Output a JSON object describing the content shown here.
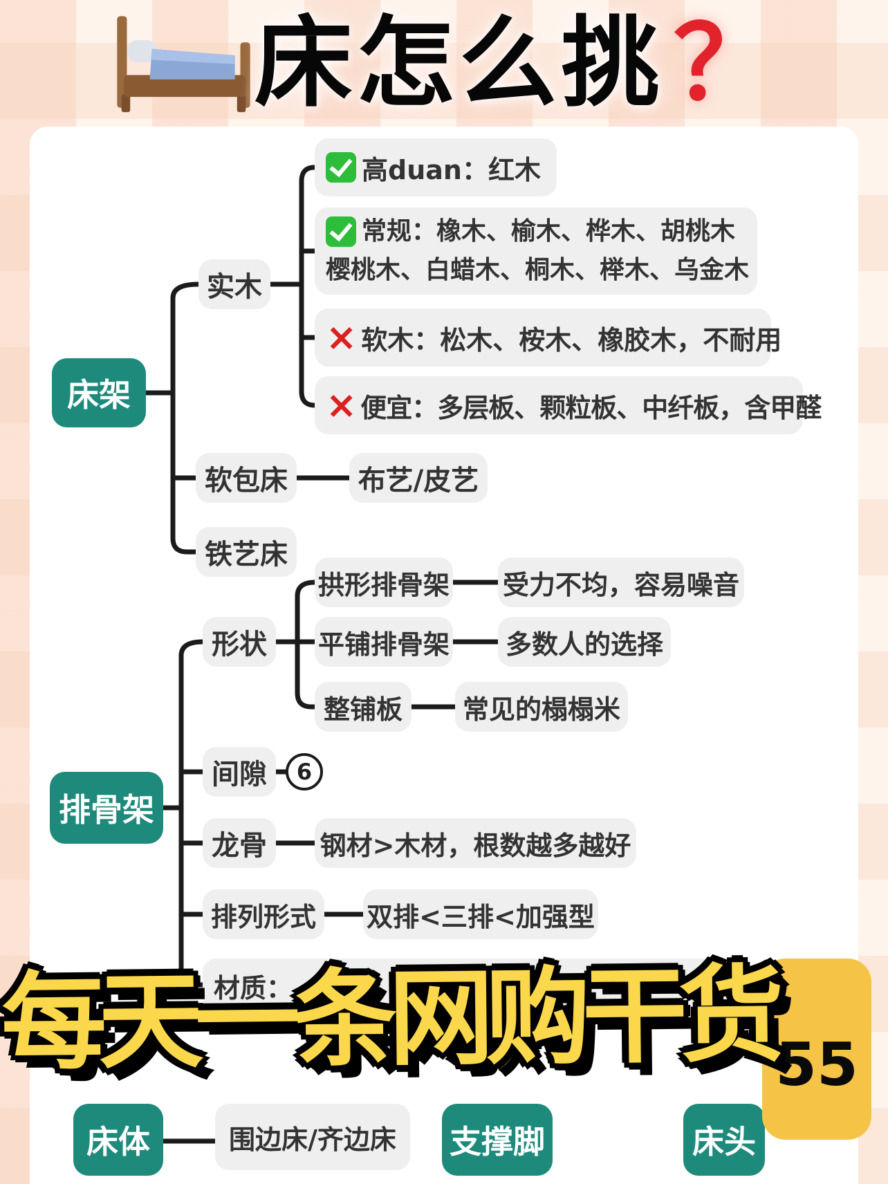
{
  "title": {
    "text": "床怎么挑",
    "question_mark": "？"
  },
  "icons": {
    "cross": "×"
  },
  "banner": {
    "text": "每天一条网购干货",
    "badge_count": "55"
  },
  "colors": {
    "root_node_teal": "#1E8A7B",
    "leaf_gray": "#EFEFEF",
    "banner_yellow": "#FBD84B",
    "badge_yellow": "#F5C446",
    "title_red": "#E2232B",
    "check_green": "#2EBD3A",
    "cross_red": "#DC2020",
    "connector_black": "#1b1b1b"
  },
  "map": {
    "bed_frame": {
      "root": "床架",
      "solid_wood": {
        "label": "实木",
        "children": [
          {
            "icon": "check",
            "text": "高duan：红木"
          },
          {
            "icon": "check",
            "line1": "常规：橡木、榆木、桦木、胡桃木",
            "line2": "樱桃木、白蜡木、桐木、榉木、乌金木"
          },
          {
            "icon": "cross",
            "text": "软木：松木、桉木、橡胶木，不耐用"
          },
          {
            "icon": "cross",
            "text": "便宜：多层板、颗粒板、中纤板，含甲醛"
          }
        ]
      },
      "upholstered": {
        "label": "软包床",
        "note": "布艺/皮艺"
      },
      "iron": {
        "label": "铁艺床"
      }
    },
    "slat_frame": {
      "root": "排骨架",
      "shape": {
        "label": "形状",
        "children": [
          {
            "label": "拱形排骨架",
            "note": "受力不均，容易噪音"
          },
          {
            "label": "平铺排骨架",
            "note": "多数人的选择"
          },
          {
            "label": "整铺板",
            "note": "常见的榻榻米"
          }
        ]
      },
      "gap": {
        "label": "间隙",
        "badge": "6"
      },
      "keel": {
        "label": "龙骨",
        "note": "钢材>木材，根数越多越好"
      },
      "arrangement": {
        "label": "排列形式",
        "note": "双排<三排<加强型"
      },
      "material": {
        "label": "材质："
      }
    },
    "bottom": {
      "bed_body": {
        "root": "床体",
        "note": "围边床/齐边床"
      },
      "support_leg": {
        "root": "支撑脚"
      },
      "headboard": {
        "root": "床头"
      }
    }
  }
}
